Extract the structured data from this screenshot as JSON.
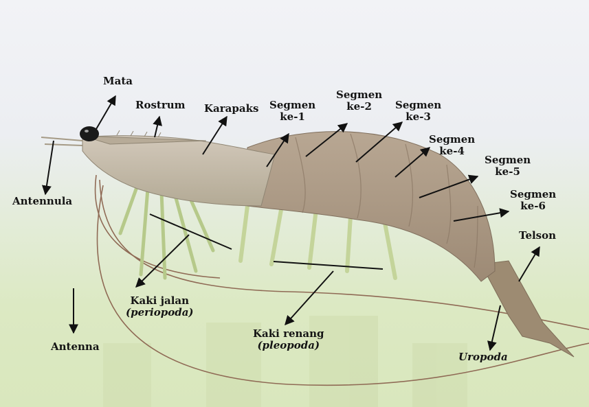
{
  "colors": {
    "shrimp_body": "#a99884",
    "shrimp_head": "#c4b8a8",
    "legs": "#b6c98a",
    "arrow": "#111111",
    "watermark": "#cfdcae"
  },
  "labels": {
    "mata": "Mata",
    "rostrum": "Rostrum",
    "karapaks": "Karapaks",
    "antennula": "Antennula",
    "antenna": "Antenna",
    "telson": "Telson",
    "uropoda": "Uropoda",
    "segmen1": {
      "line1": "Segmen",
      "line2": "ke-1"
    },
    "segmen2": {
      "line1": "Segmen",
      "line2": "ke-2"
    },
    "segmen3": {
      "line1": "Segmen",
      "line2": "ke-3"
    },
    "segmen4": {
      "line1": "Segmen",
      "line2": "ke-4"
    },
    "segmen5": {
      "line1": "Segmen",
      "line2": "ke-5"
    },
    "segmen6": {
      "line1": "Segmen",
      "line2": "ke-6"
    },
    "kaki_jalan": {
      "line1": "Kaki jalan",
      "line2": "(periopoda)"
    },
    "kaki_renang": {
      "line1": "Kaki renang",
      "line2": "(pleopoda)"
    }
  }
}
